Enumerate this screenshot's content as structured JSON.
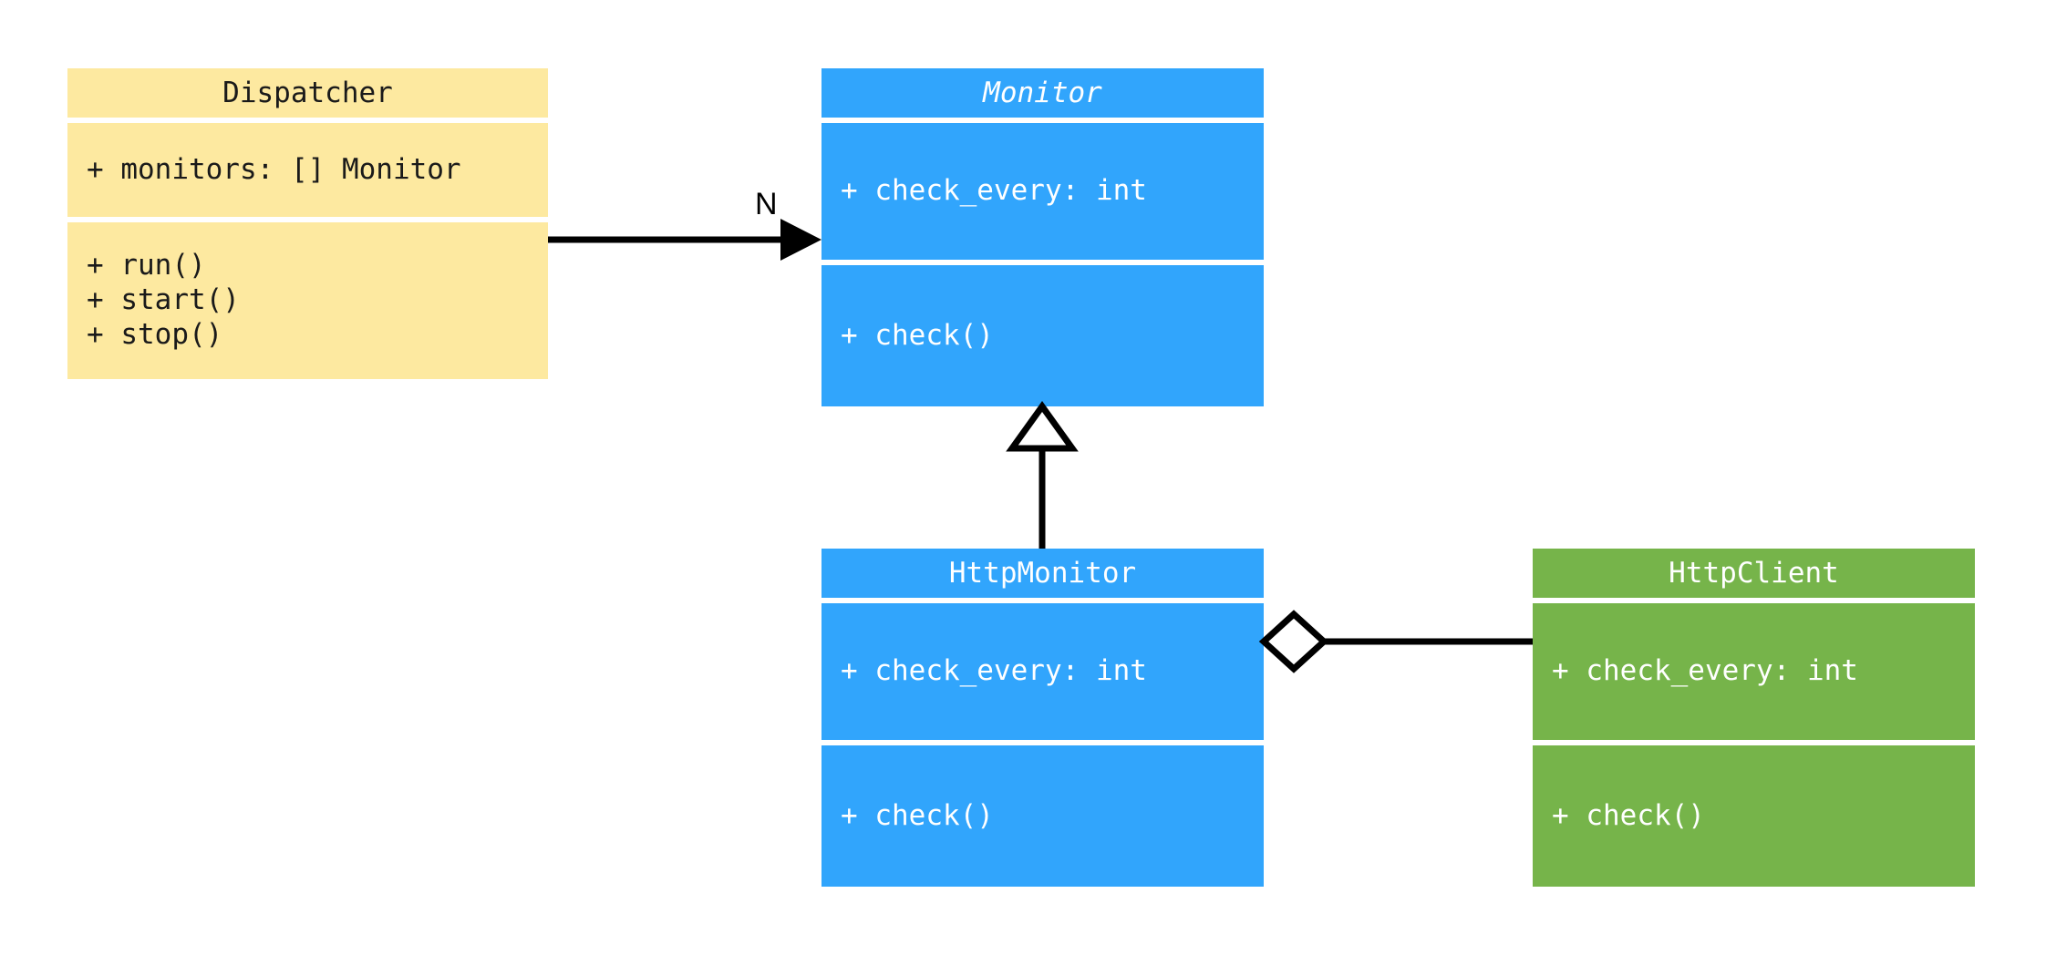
{
  "diagram": {
    "type": "uml-class-diagram",
    "background": "#ffffff",
    "colors": {
      "yellow": "#fde9a0",
      "blue": "#31a5fc",
      "green": "#76b44a",
      "line": "#000000",
      "dark_text": "#1a1a1a",
      "light_text": "#ffffff"
    }
  },
  "classes": {
    "dispatcher": {
      "name": "Dispatcher",
      "abstract": false,
      "color": "#fde9a0",
      "attributes": [
        "+ monitors: [] Monitor"
      ],
      "methods": [
        "+ run()",
        "+ start()",
        "+ stop()"
      ]
    },
    "monitor": {
      "name": "Monitor",
      "abstract": true,
      "color": "#31a5fc",
      "attributes": [
        "+ check_every: int"
      ],
      "methods": [
        "+ check()"
      ]
    },
    "http_monitor": {
      "name": "HttpMonitor",
      "abstract": false,
      "color": "#31a5fc",
      "attributes": [
        "+ check_every: int"
      ],
      "methods": [
        "+ check()"
      ]
    },
    "http_client": {
      "name": "HttpClient",
      "abstract": false,
      "color": "#76b44a",
      "attributes": [
        "+ check_every: int"
      ],
      "methods": [
        "+ check()"
      ]
    }
  },
  "relationships": {
    "dispatcher_to_monitor": {
      "kind": "association",
      "from": "Dispatcher",
      "to": "Monitor",
      "label": "N",
      "arrowhead": "filled-triangle"
    },
    "http_monitor_to_monitor": {
      "kind": "generalization",
      "from": "HttpMonitor",
      "to": "Monitor",
      "label": "",
      "arrowhead": "hollow-triangle"
    },
    "http_monitor_to_http_client": {
      "kind": "aggregation",
      "from": "HttpMonitor",
      "to": "HttpClient",
      "label": "",
      "arrowhead": "hollow-diamond"
    }
  }
}
